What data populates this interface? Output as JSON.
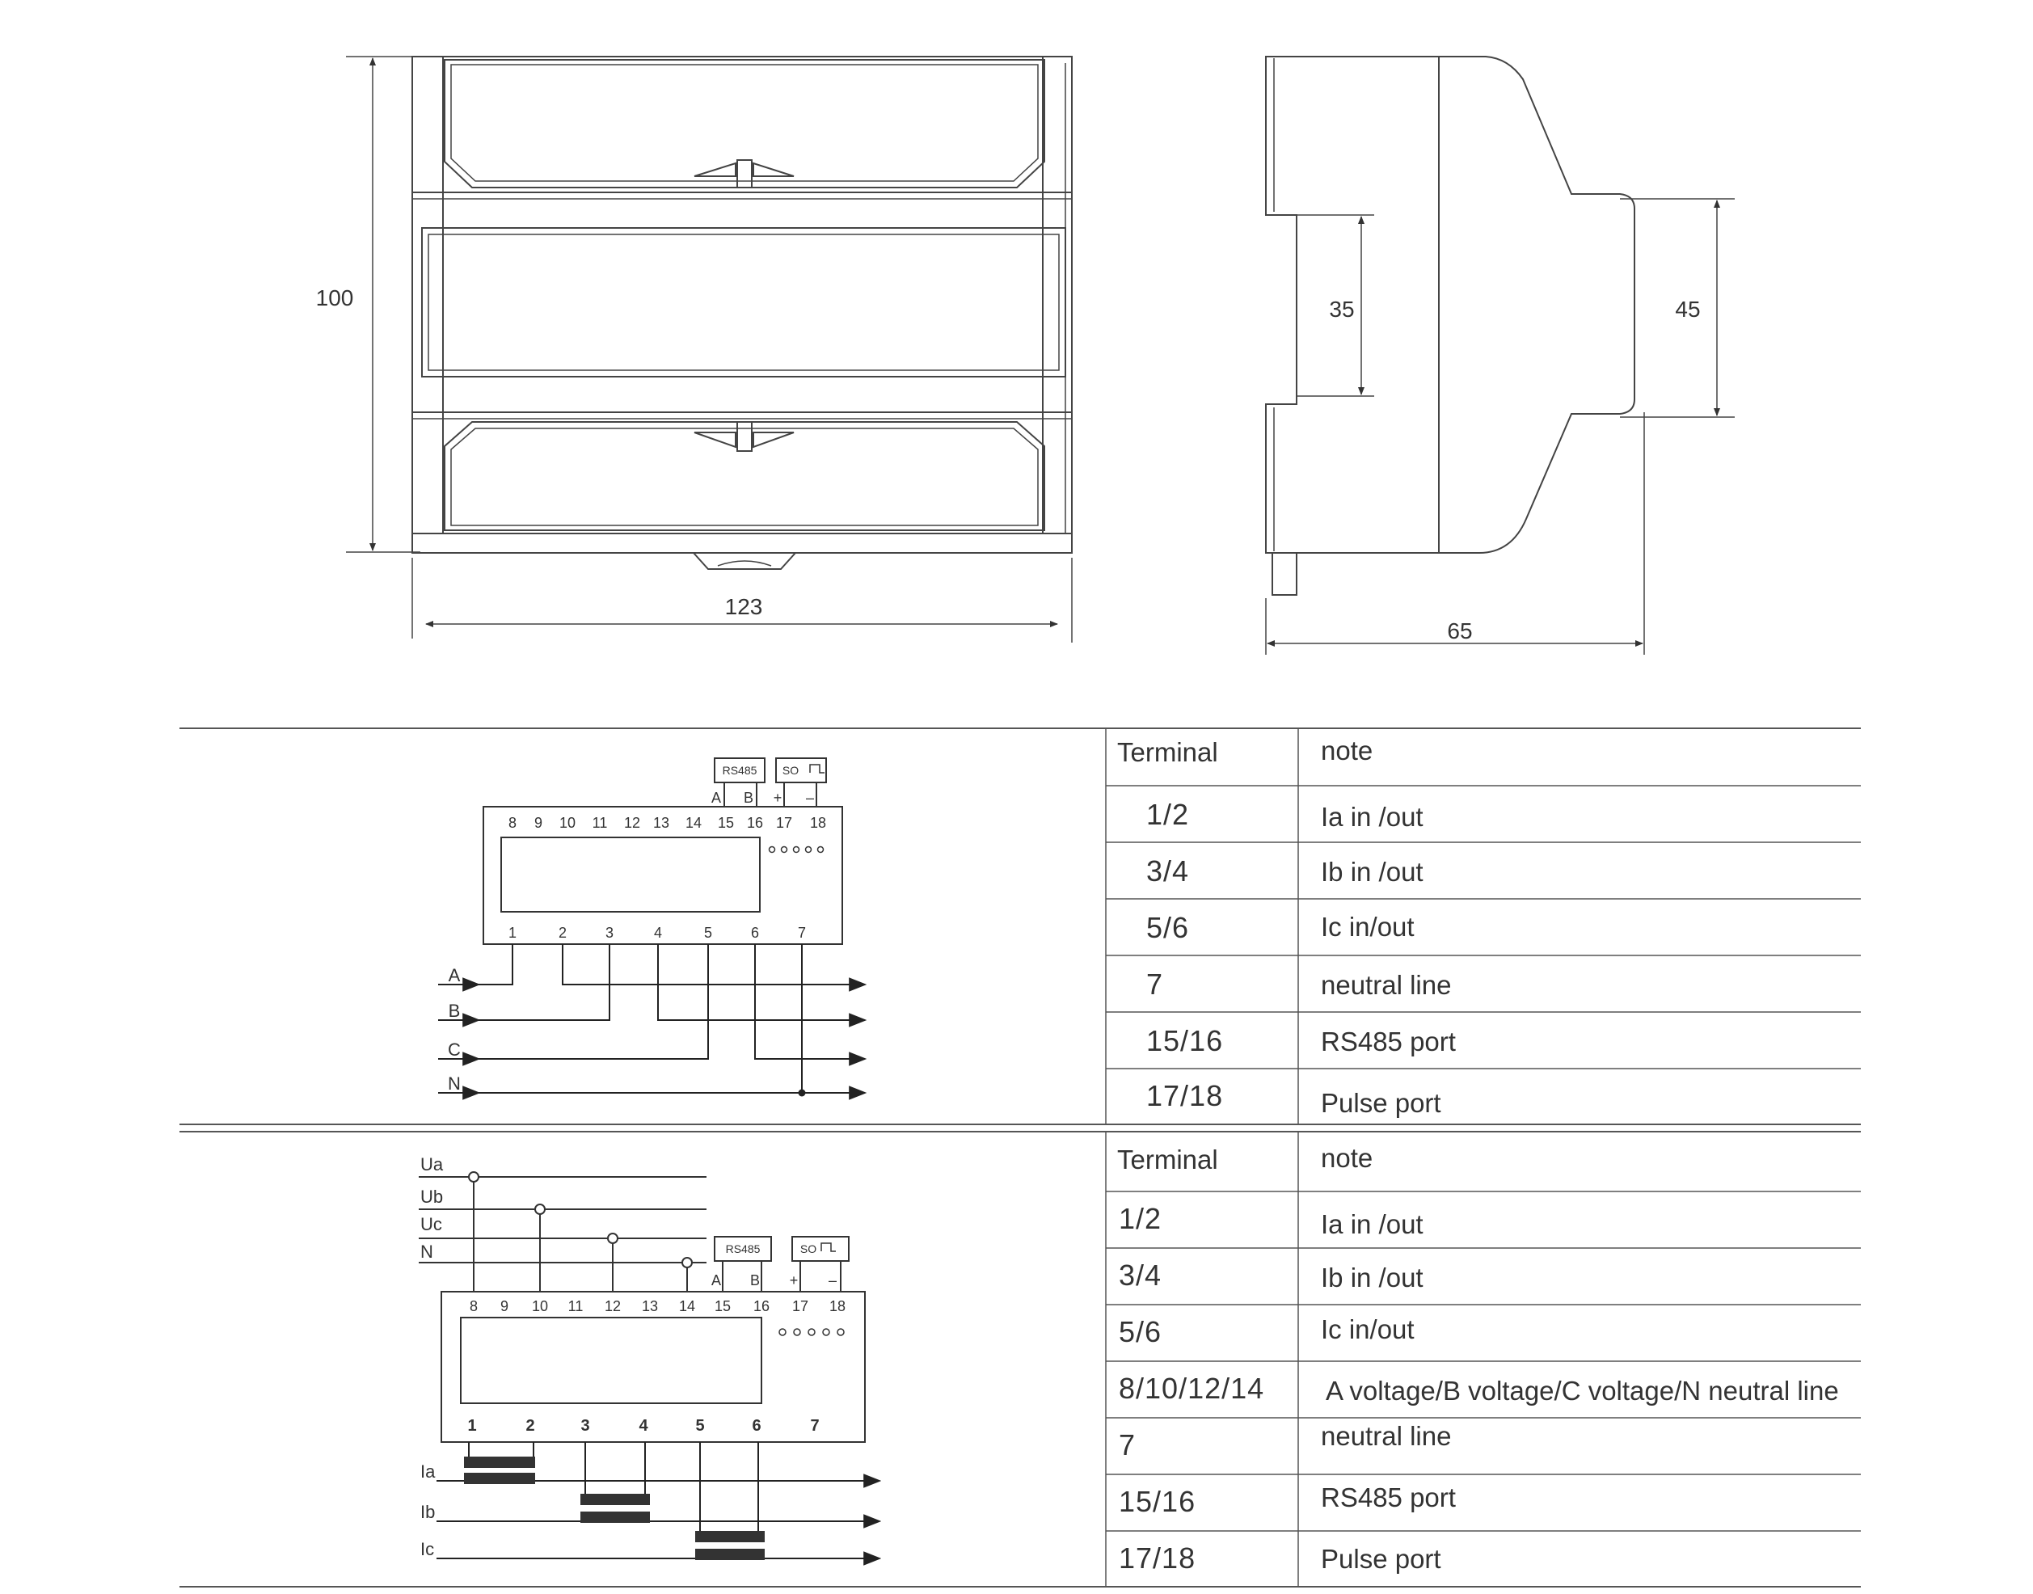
{
  "dimensions": {
    "height": "100",
    "width": "123",
    "depth": "65",
    "rail": "35",
    "front": "45"
  },
  "wiring1": {
    "rs485": "RS485",
    "so": "SO",
    "pol_a": "A",
    "pol_b": "B",
    "plus": "+",
    "minus": "–",
    "top_pins": [
      "8",
      "9",
      "10",
      "11",
      "12",
      "13",
      "14",
      "15",
      "16",
      "17",
      "18"
    ],
    "bottom_pins": [
      "1",
      "2",
      "3",
      "4",
      "5",
      "6",
      "7"
    ],
    "lines": [
      "A",
      "B",
      "C",
      "N"
    ]
  },
  "wiring2": {
    "rs485": "RS485",
    "so": "SO",
    "pol_a": "A",
    "pol_b": "B",
    "plus": "+",
    "minus": "–",
    "voltages": [
      "Ua",
      "Ub",
      "Uc",
      "N"
    ],
    "top_pins": [
      "8",
      "9",
      "10",
      "11",
      "12",
      "13",
      "14",
      "15",
      "16",
      "17",
      "18"
    ],
    "bottom_pins": [
      "1",
      "2",
      "3",
      "4",
      "5",
      "6",
      "7"
    ],
    "currents": [
      "Ia",
      "Ib",
      "Ic"
    ]
  },
  "table1": {
    "header": {
      "terminal": "Terminal",
      "note": "note"
    },
    "rows": [
      {
        "terminal": "1/2",
        "note": "Ia in /out"
      },
      {
        "terminal": "3/4",
        "note": "Ib in /out"
      },
      {
        "terminal": "5/6",
        "note": "Ic in/out"
      },
      {
        "terminal": "7",
        "note": "neutral line"
      },
      {
        "terminal": "15/16",
        "note": "RS485 port"
      },
      {
        "terminal": "17/18",
        "note": "Pulse port"
      }
    ]
  },
  "table2": {
    "header": {
      "terminal": "Terminal",
      "note": "note"
    },
    "rows": [
      {
        "terminal": "1/2",
        "note": "Ia in /out"
      },
      {
        "terminal": "3/4",
        "note": "Ib in /out"
      },
      {
        "terminal": "5/6",
        "note": "Ic in/out"
      },
      {
        "terminal": "8/10/12/14",
        "note": "A voltage/B voltage/C voltage/N neutral line"
      },
      {
        "terminal": "7",
        "note": "neutral line"
      },
      {
        "terminal": "15/16",
        "note": "RS485 port"
      },
      {
        "terminal": "17/18",
        "note": "Pulse port"
      }
    ]
  }
}
